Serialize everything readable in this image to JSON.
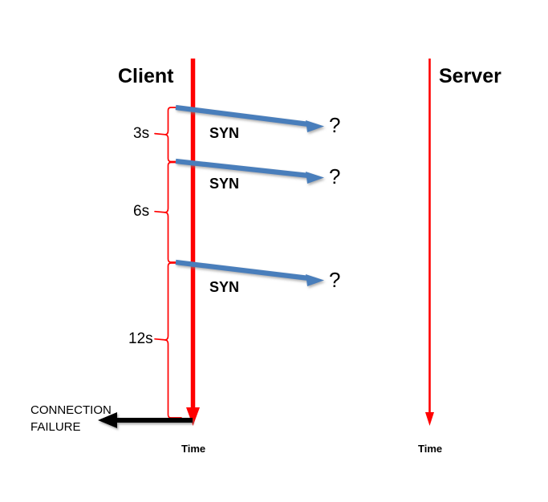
{
  "diagram": {
    "title_client": "Client",
    "title_server": "Server",
    "axis_label_client": "Time",
    "axis_label_server": "Time",
    "failure_note_line1": "CONNECTION",
    "failure_note_line2": "FAILURE",
    "colors": {
      "lifeline": "#FF0000",
      "message_arrow": "#4A7EBB",
      "timer_brace": "#FF0000",
      "failure_arrow": "#000000",
      "text": "#000000",
      "background": "#FFFFFF"
    },
    "messages": [
      {
        "label": "SYN",
        "response": "?"
      },
      {
        "label": "SYN",
        "response": "?"
      },
      {
        "label": "SYN",
        "response": "?"
      }
    ],
    "timers": [
      {
        "label": "3s"
      },
      {
        "label": "6s"
      },
      {
        "label": "12s"
      }
    ]
  }
}
